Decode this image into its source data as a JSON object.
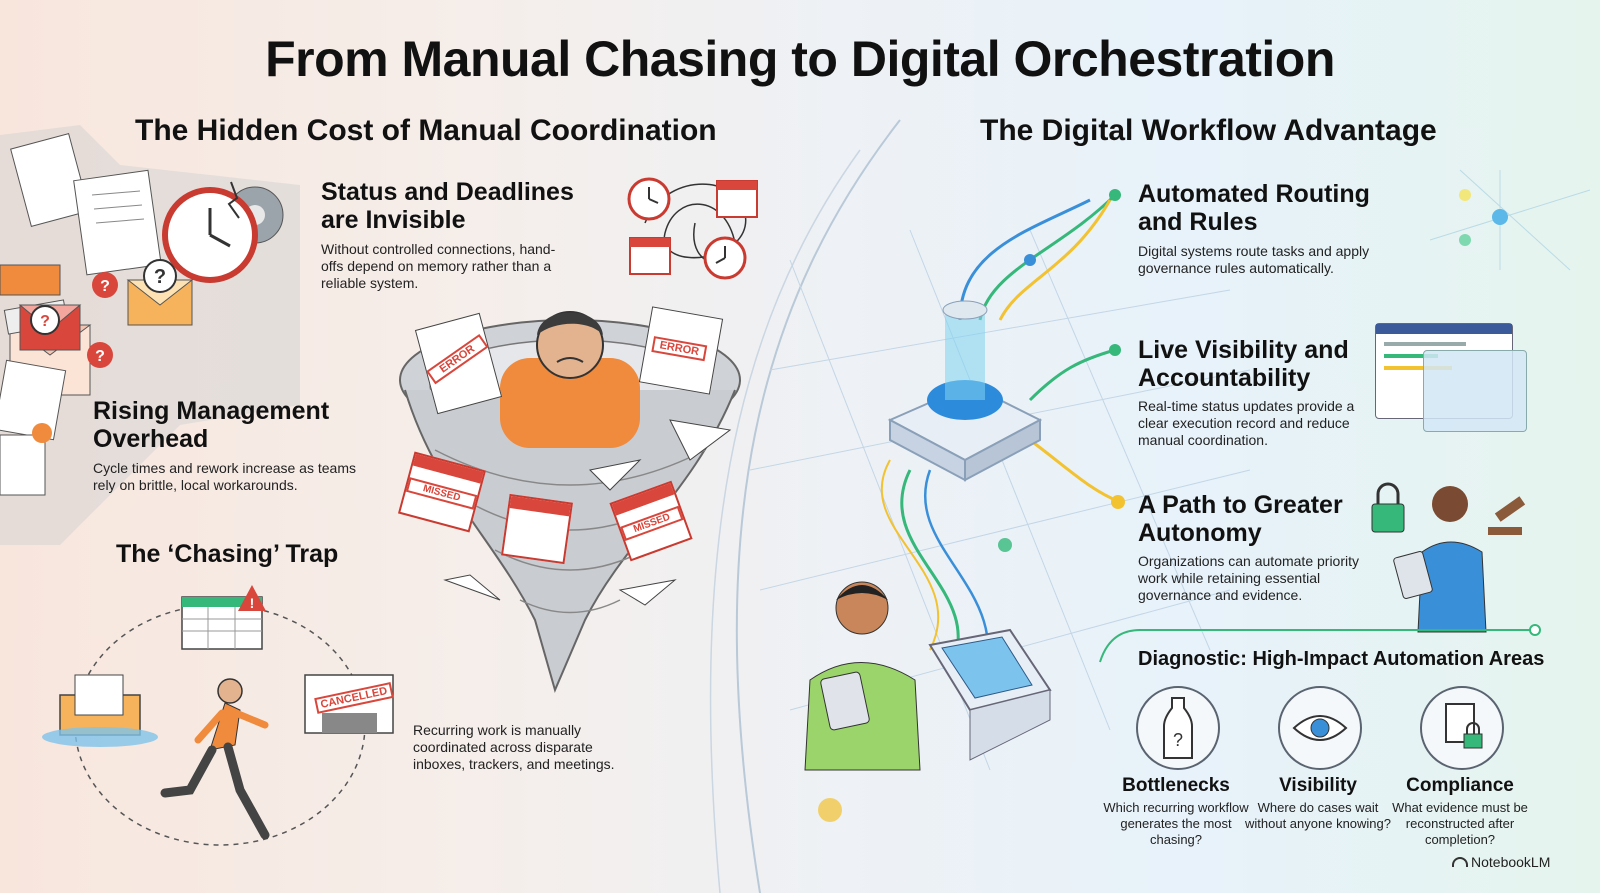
{
  "title": "From Manual Chasing to Digital Orchestration",
  "left": {
    "heading": "The Hidden Cost of Manual Coordination",
    "status": {
      "title_line1": "Status and Deadlines",
      "title_line2": "are Invisible",
      "text": "Without controlled connections, hand-offs depend on memory rather than a reliable system."
    },
    "overhead": {
      "title_line1": "Rising Management",
      "title_line2": "Overhead",
      "text": "Cycle times and rework increase as teams rely on brittle, local workarounds."
    },
    "chasing": {
      "title": "The ‘Chasing’ Trap",
      "text": "Recurring work is manually coordinated across disparate inboxes, trackers, and meetings."
    },
    "stamps": {
      "error": "ERROR",
      "missed": "MISSED",
      "cancelled": "CANCELLED"
    }
  },
  "right": {
    "heading": "The Digital Workflow Advantage",
    "routing": {
      "title_line1": "Automated Routing",
      "title_line2": "and Rules",
      "text": "Digital systems route tasks and apply governance rules automatically."
    },
    "visibility": {
      "title_line1": "Live Visibility and",
      "title_line2": "Accountability",
      "text": "Real-time status updates provide a clear execution record and reduce manual coordination."
    },
    "autonomy": {
      "title_line1": "A Path to Greater",
      "title_line2": "Autonomy",
      "text": "Organizations can automate priority work while retaining essential governance and evidence."
    },
    "diagnostic": {
      "title": "Diagnostic: High-Impact Automation Areas",
      "items": [
        {
          "name": "Bottlenecks",
          "text": "Which recurring workflow generates the most chasing?",
          "icon": "bottle-icon"
        },
        {
          "name": "Visibility",
          "text": "Where do cases wait without anyone knowing?",
          "icon": "eye-icon"
        },
        {
          "name": "Compliance",
          "text": "What evidence must be reconstructed after completion?",
          "icon": "document-lock-icon"
        }
      ]
    }
  },
  "brand": "NotebookLM",
  "colors": {
    "red": "#d9463b",
    "orange": "#f08a3c",
    "blue": "#3a8fd9",
    "green": "#35b87a",
    "yellow": "#f2c230"
  }
}
